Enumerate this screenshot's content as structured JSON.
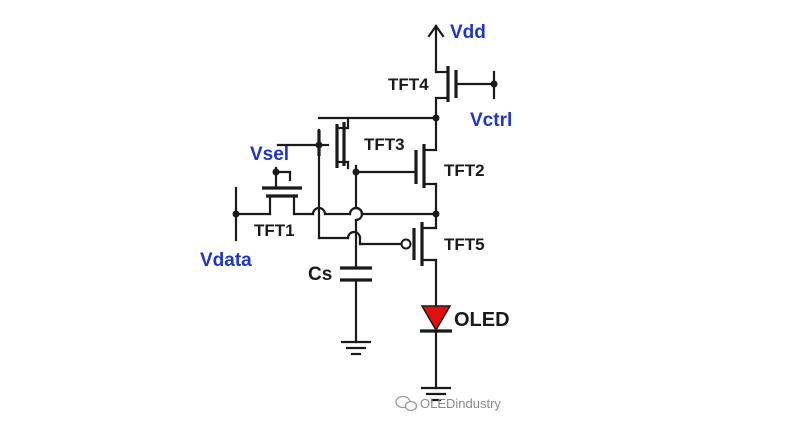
{
  "labels": {
    "vdd": "Vdd",
    "vctrl": "Vctrl",
    "vsel": "Vsel",
    "vdata": "Vdata",
    "tft1": "TFT1",
    "tft2": "TFT2",
    "tft3": "TFT3",
    "tft4": "TFT4",
    "tft5": "TFT5",
    "cs": "Cs",
    "oled": "OLED"
  },
  "watermark": "OLEDindustry",
  "colors": {
    "signal_label": "#1f35c8",
    "oled": "#e01010",
    "wire": "#1a1a1a"
  }
}
